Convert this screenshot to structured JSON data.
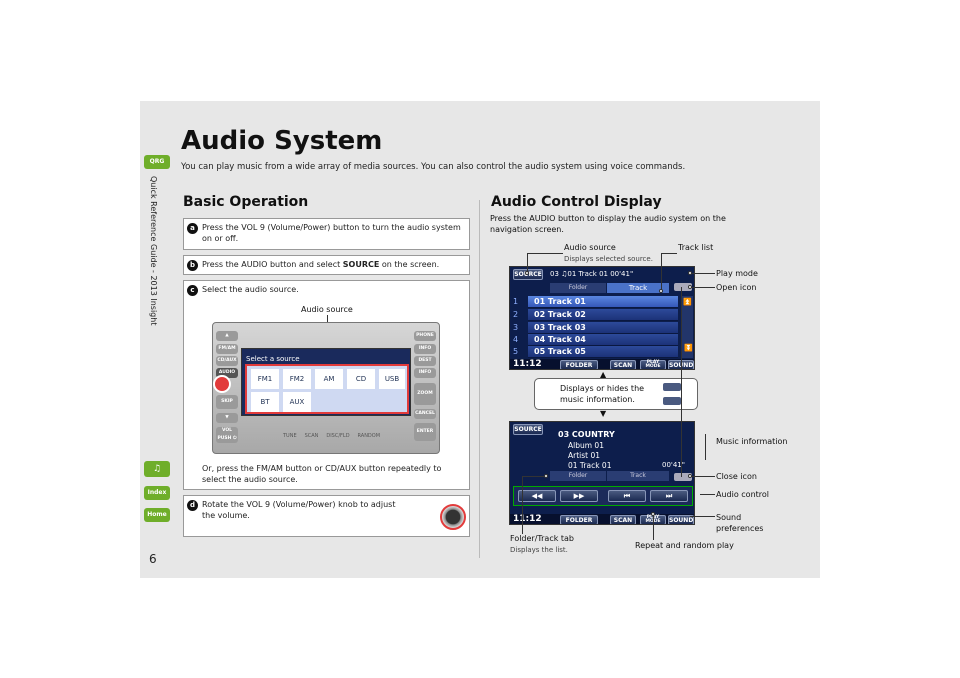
{
  "page": {
    "number": "6",
    "side_title": "Quick Reference Guide - 2013 Insight"
  },
  "tabs": {
    "qrg": "QRG",
    "voice": "♫",
    "index": "Index",
    "home": "Home"
  },
  "title": "Audio System",
  "intro": "You can play music from a wide array of media sources. You can also control the audio system using voice commands.",
  "basic": {
    "heading": "Basic Operation",
    "steps": [
      {
        "num": "a",
        "text": "Press the VOL 9 (Volume/Power) button to turn the audio system on or off."
      },
      {
        "num": "b",
        "text": "Press the AUDIO button and select SOURCE on the screen.",
        "pre": "Press the AUDIO button and select ",
        "bold": "SOURCE",
        "post": " on the screen."
      },
      {
        "num": "c",
        "text": "Select the audio source.",
        "callout": "Audio source",
        "note": "Or, press the FM/AM button or CD/AUX button repeatedly to select the audio source."
      },
      {
        "num": "d",
        "text": "Rotate the VOL 9 (Volume/Power) knob to adjust the volume."
      }
    ],
    "unit": {
      "left_buttons": [
        "▲",
        "FM/AM",
        "CD/AUX",
        "AUDIO",
        "SKIP",
        "▼",
        "VOL PUSH ⏻"
      ],
      "right_buttons": [
        "PHONE",
        "INFO",
        "DEST",
        "INFO",
        "ZOOM",
        "CANCEL",
        "ENTER"
      ],
      "bottom": [
        "TUNE",
        "SCAN",
        "DISC/FLD",
        "RANDOM"
      ],
      "screen_title": "Select a source",
      "sources": [
        "FM1",
        "FM2",
        "AM",
        "CD",
        "USB",
        "BT",
        "AUX"
      ]
    }
  },
  "control": {
    "heading": "Audio Control Display",
    "intro": "Press the AUDIO button to display the audio system on the navigation screen.",
    "labels": {
      "audio_source": "Audio source",
      "audio_source_sub": "Displays selected source.",
      "track_list": "Track list",
      "play_mode": "Play mode",
      "open_icon": "Open icon",
      "displays_hides": "Displays or hides the music information.",
      "music_info": "Music information",
      "close_icon": "Close icon",
      "audio_control": "Audio control",
      "sound_pref": "Sound preferences",
      "folder_tab": "Folder/Track tab",
      "folder_tab_sub": "Displays the list.",
      "repeat_random": "Repeat and random play"
    },
    "screen1": {
      "source_btn": "SOURCE",
      "status": "03  ♫01 Track 01   00'41\"",
      "tab_folder": "Folder",
      "tab_track": "Track",
      "tracks": [
        {
          "n": "1",
          "t": "01 Track 01"
        },
        {
          "n": "2",
          "t": "02 Track 02"
        },
        {
          "n": "3",
          "t": "03 Track 03"
        },
        {
          "n": "4",
          "t": "04 Track 04"
        },
        {
          "n": "5",
          "t": "05 Track 05"
        }
      ],
      "clock": "11:12",
      "bottom": [
        "FOLDER",
        "SCAN",
        "PLAY MODE",
        "SOUND"
      ]
    },
    "screen2": {
      "source_btn": "SOURCE",
      "folder": "03  COUNTRY",
      "album": "Album 01",
      "artist": "Artist 01",
      "track": "01 Track 01",
      "time": "00'41\"",
      "tab_folder": "Folder",
      "tab_track": "Track",
      "controls": [
        "◀◀",
        "▶▶",
        "⏮",
        "⏭"
      ],
      "clock": "11:12",
      "bottom": [
        "FOLDER",
        "SCAN",
        "PLAY MODE",
        "SOUND"
      ]
    }
  },
  "colors": {
    "accent_green": "#6fae2a",
    "screen_bg": "#0d1e4c",
    "highlight": "#e23b3b"
  }
}
